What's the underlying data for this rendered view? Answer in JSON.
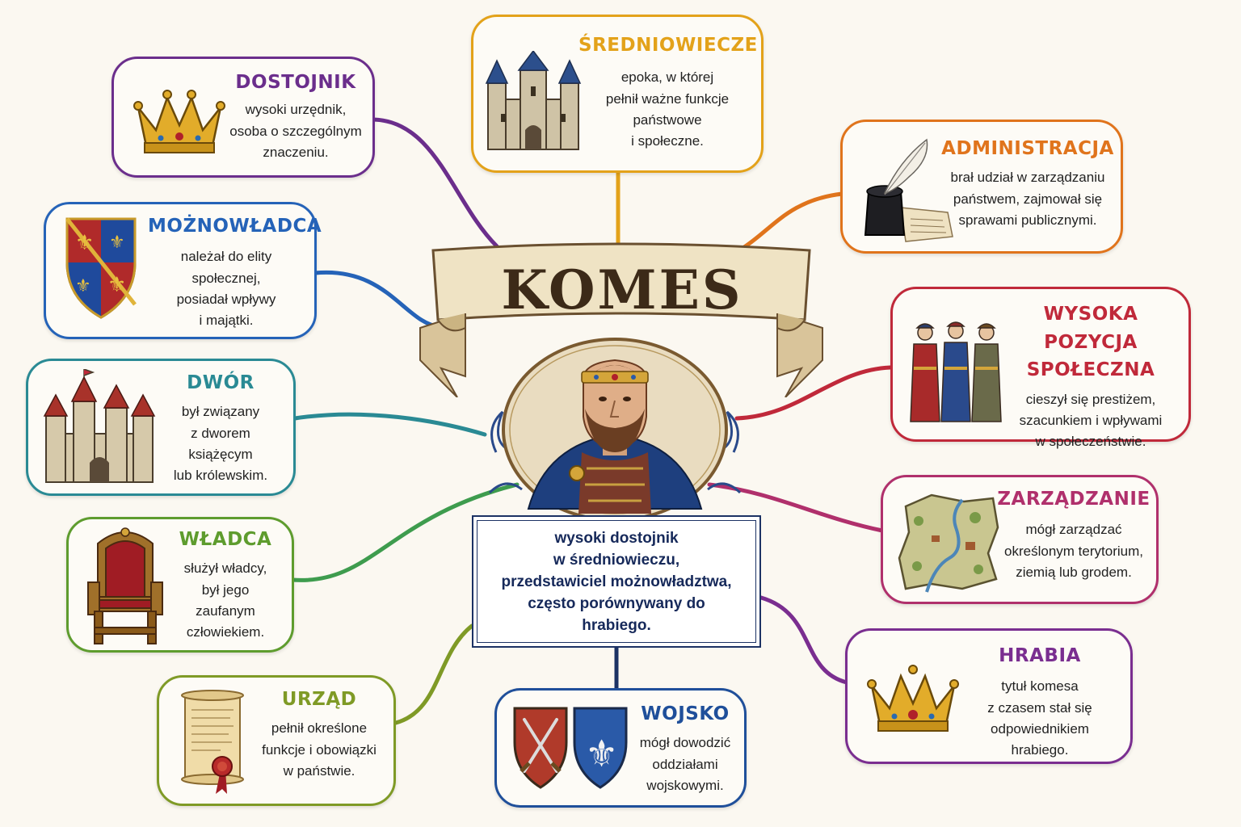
{
  "central": {
    "title": "KOMES",
    "description": "wysoki dostojnik\nw średniowieczu,\nprzedstawiciel możnowładztwa,\nczęsto porównywany do\nhrabiego."
  },
  "nodes": {
    "dostojnik": {
      "title": "DOSTOJNIK",
      "desc": "wysoki urzędnik,\nosoba o szczególnym\nznaczeniu.",
      "color": "#6b2e8c",
      "icon": "crown-icon"
    },
    "sredniowiecze": {
      "title": "ŚREDNIOWIECZE",
      "desc": "epoka, w której\npełnił ważne funkcje\npaństwowe\ni społeczne.",
      "color": "#e3a21a",
      "icon": "castle-icon"
    },
    "administracja": {
      "title": "ADMINISTRACJA",
      "desc": "brał udział w zarządzaniu\npaństwem, zajmował się\nsprawami publicznymi.",
      "color": "#e0741c",
      "icon": "quill-and-ink-icon"
    },
    "moznowladca": {
      "title": "MOŻNOWŁADCA",
      "desc": "należał do elity\nspołecznej,\nposiadał wpływy\ni majątki.",
      "color": "#2563b8",
      "icon": "heraldic-shield-icon"
    },
    "pozycja": {
      "title": "WYSOKA POZYCJA\nSPOŁECZNA",
      "desc": "cieszył się prestiżem,\nszacunkiem i wpływami\nw społeczeństwie.",
      "color": "#c0293a",
      "icon": "nobles-group-icon"
    },
    "dwor": {
      "title": "DWÓR",
      "desc": "był związany\nz dworem\nksiążęcym\nlub królewskim.",
      "color": "#2a8a94",
      "icon": "royal-court-castle-icon"
    },
    "zarzadzanie": {
      "title": "ZARZĄDZANIE",
      "desc": "mógł zarządzać\nokreślonym terytorium,\nziemią lub grodem.",
      "color": "#b0306c",
      "icon": "territory-map-icon"
    },
    "wladca": {
      "title": "WŁADCA",
      "desc": "służył władcy,\nbył jego\nzaufanym\nczłowiekiem.",
      "color": "#5e9c2e",
      "icon": "throne-icon"
    },
    "hrabia": {
      "title": "HRABIA",
      "desc": "tytuł komesa\nz czasem stał się\nodpowiednikiem\nhrabiego.",
      "color": "#7a2e90",
      "icon": "crown-icon"
    },
    "urzad": {
      "title": "URZĄD",
      "desc": "pełnił określone\nfunkcje i obowiązki\nw państwie.",
      "color": "#7f9a26",
      "icon": "scroll-with-seal-icon"
    },
    "wojsko": {
      "title": "WOJSKO",
      "desc": "mógł dowodzić\noddziałami\nwojskowymi.",
      "color": "#1f4f9a",
      "icon": "shields-icon"
    }
  }
}
